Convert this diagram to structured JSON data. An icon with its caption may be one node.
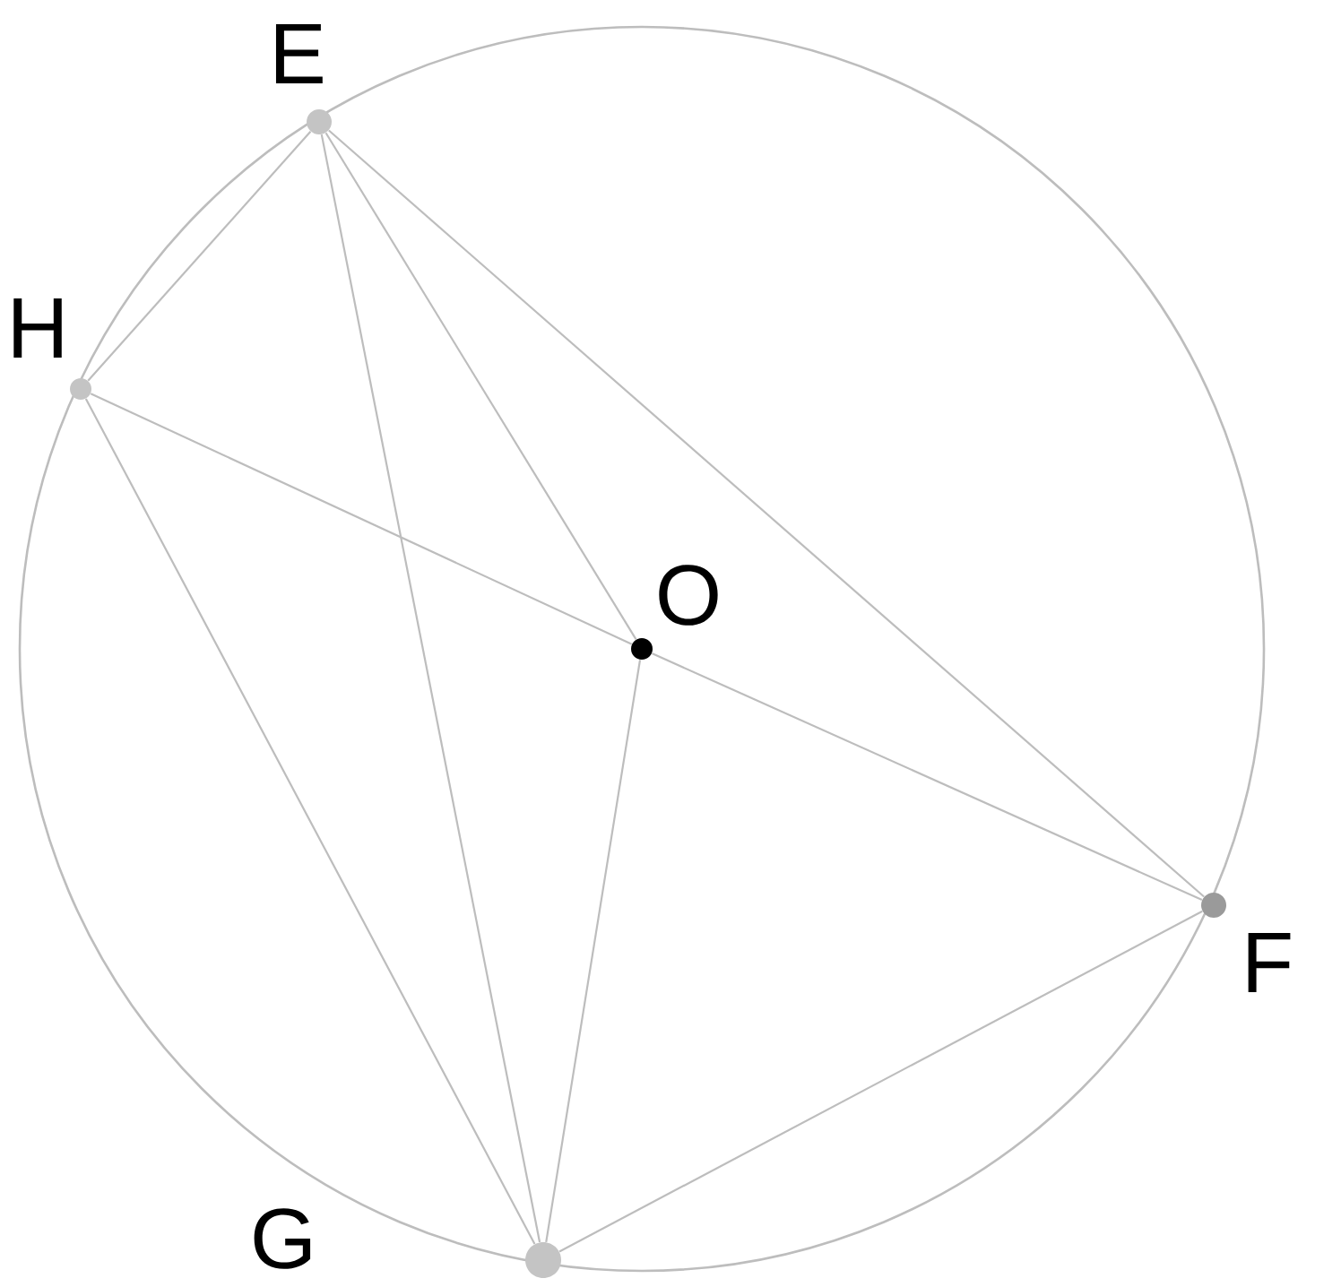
{
  "diagram": {
    "nodes": [
      {
        "text": [
          "E"
        ]
      },
      {
        "text": [
          "H"
        ]
      },
      {
        "text": [
          "O"
        ]
      },
      {
        "text": [
          "F"
        ]
      },
      {
        "text": [
          "G"
        ]
      }
    ],
    "edges": [
      {
        "from": 0,
        "to": 1,
        "arrow": "none"
      },
      {
        "from": 0,
        "to": 4,
        "arrow": "none"
      },
      {
        "from": 0,
        "to": 2,
        "arrow": "none"
      },
      {
        "from": 0,
        "to": 3,
        "arrow": "none"
      },
      {
        "from": 1,
        "to": 2,
        "arrow": "none"
      },
      {
        "from": 2,
        "to": 3,
        "arrow": "none"
      },
      {
        "from": 1,
        "to": 4,
        "arrow": "none"
      },
      {
        "from": 2,
        "to": 4,
        "arrow": "none"
      },
      {
        "from": 4,
        "to": 3,
        "arrow": "none"
      }
    ]
  }
}
